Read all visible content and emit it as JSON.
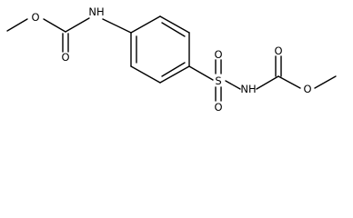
{
  "molecule": {
    "atom_labels": {
      "nh_left": "NH",
      "o_ester_left": "O",
      "o_carbonyl_left": "O",
      "sulfur": "S",
      "o_sulfonyl_top": "O",
      "o_sulfonyl_bottom": "O",
      "nh_right": "NH",
      "o_carbonyl_right": "O",
      "o_ester_right": "O"
    }
  }
}
